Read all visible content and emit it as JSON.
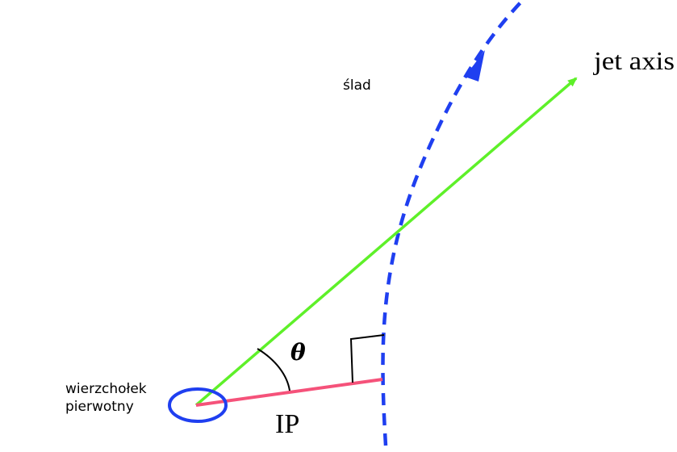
{
  "labels": {
    "track": "ślad",
    "jet_axis": "jet axis",
    "vertex_line1": "wierzchołek",
    "vertex_line2": "pierwotny",
    "angle": "θ",
    "impact_parameter": "IP"
  },
  "colors": {
    "track": "#1f3ff0",
    "jet_axis": "#5ef029",
    "impact_parameter": "#f5527a",
    "vertex": "#1f3ff0",
    "annotation": "#000000"
  }
}
